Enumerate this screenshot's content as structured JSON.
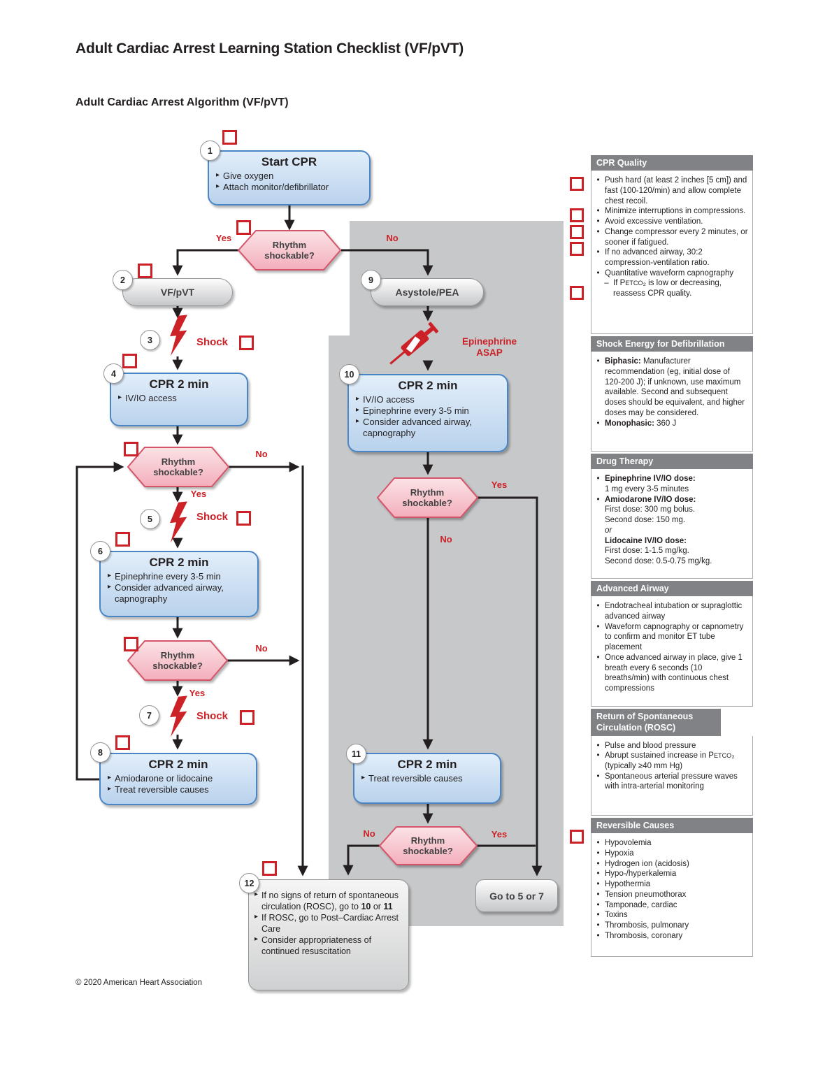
{
  "page": {
    "title": "Adult Cardiac Arrest Learning Station Checklist (VF/pVT)",
    "subtitle": "Adult Cardiac Arrest Algorithm (VF/pVT)",
    "footer": "© 2020 American Heart Association"
  },
  "colors": {
    "aha_red": "#cc2127",
    "blue_box_border": "#4a86c5",
    "pink_hex_border": "#d4556a",
    "gray_panel": "#c7c8ca",
    "section_header_gray": "#808285"
  },
  "icons": {
    "shock": "lightning-bolt",
    "epinephrine": "syringe"
  },
  "flowchart": {
    "labels": {
      "yes": "Yes",
      "no": "No",
      "shock": "Shock",
      "rhythm": "Rhythm shockable?",
      "epinephrine": "Epinephrine ASAP"
    },
    "boxes": {
      "b1": {
        "num": "1",
        "title": "Start CPR",
        "bullets": [
          "Give oxygen",
          "Attach monitor/defibrillator"
        ]
      },
      "b2": {
        "num": "2",
        "label": "VF/pVT"
      },
      "b3": {
        "num": "3"
      },
      "b4": {
        "num": "4",
        "title": "CPR 2 min",
        "bullets": [
          "IV/IO access"
        ]
      },
      "b5": {
        "num": "5"
      },
      "b6": {
        "num": "6",
        "title": "CPR 2 min",
        "bullets": [
          "Epinephrine every 3-5 min",
          "Consider advanced airway, capnography"
        ]
      },
      "b7": {
        "num": "7"
      },
      "b8": {
        "num": "8",
        "title": "CPR 2 min",
        "bullets": [
          "Amiodarone or lidocaine",
          "Treat reversible causes"
        ]
      },
      "b9": {
        "num": "9",
        "label": "Asystole/PEA"
      },
      "b10": {
        "num": "10",
        "title": "CPR 2 min",
        "bullets": [
          "IV/IO access",
          "Epinephrine every 3-5 min",
          "Consider advanced airway, capnography"
        ]
      },
      "b11": {
        "num": "11",
        "title": "CPR 2 min",
        "bullets": [
          "Treat reversible causes"
        ]
      },
      "b12": {
        "num": "12",
        "bullets": [
          [
            {
              "t": "If no signs of return of spontaneous circulation (ROSC), go to "
            },
            {
              "t": "10",
              "b": true
            },
            {
              "t": " or "
            },
            {
              "t": "11",
              "b": true
            }
          ],
          "If ROSC, go to Post–Cardiac Arrest Care",
          "Consider appropriateness of continued resuscitation"
        ]
      },
      "goto": {
        "label": "Go to 5 or 7"
      }
    }
  },
  "sidebar": {
    "sections": [
      {
        "title": "CPR Quality",
        "items": [
          "Push hard (at least 2 inches [5 cm]) and fast (100-120/min) and allow complete chest recoil.",
          "Minimize interruptions in compressions.",
          "Avoid excessive ventilation.",
          "Change compressor every 2 minutes, or sooner if fatigued.",
          "If no advanced airway, 30:2 compression-ventilation ratio.",
          "Quantitative waveform capnography",
          {
            "dash": true,
            "seg": [
              {
                "t": "If P"
              },
              {
                "t": "ETCO",
                "sm": true
              },
              {
                "t": "₂ is low or decreasing, reassess CPR quality."
              }
            ]
          }
        ]
      },
      {
        "title": "Shock Energy for Defibrillation",
        "items": [
          [
            {
              "t": "Biphasic:",
              "b": true
            },
            {
              "t": " Manufacturer recommendation (eg, initial dose of 120-200 J); if unknown, use maximum available. Second and subsequent doses should be equivalent, and higher doses may be considered."
            }
          ],
          [
            {
              "t": "Monophasic:",
              "b": true
            },
            {
              "t": " 360 J"
            }
          ]
        ]
      },
      {
        "title": "Drug Therapy",
        "items": [
          [
            {
              "t": "Epinephrine IV/IO dose:",
              "b": true
            },
            {
              "t": "1 mg every 3-5 minutes",
              "nl": true
            }
          ],
          [
            {
              "t": "Amiodarone IV/IO dose:",
              "b": true
            },
            {
              "t": "First dose: 300 mg bolus.",
              "nl": true
            },
            {
              "t": "Second dose: 150 mg.",
              "nl": true
            },
            {
              "t": "or",
              "i": true,
              "nl": true
            },
            {
              "t": "Lidocaine IV/IO dose:",
              "b": true,
              "nl": true
            },
            {
              "t": "First dose: 1-1.5 mg/kg.",
              "nl": true
            },
            {
              "t": "Second dose: 0.5-0.75 mg/kg.",
              "nl": true
            }
          ]
        ]
      },
      {
        "title": "Advanced Airway",
        "items": [
          "Endotracheal intubation or supraglottic advanced airway",
          "Waveform capnography or capnometry to confirm and monitor ET tube placement",
          "Once advanced airway in place, give 1 breath every 6 seconds (10 breaths/min) with continuous chest compressions"
        ]
      },
      {
        "title": "Return of Spontaneous Circulation (ROSC)",
        "items": [
          "Pulse and blood pressure",
          [
            {
              "t": "Abrupt sustained increase in P"
            },
            {
              "t": "ETCO",
              "sm": true
            },
            {
              "t": "₂ (typically ≥40 mm Hg)"
            }
          ],
          "Spontaneous arterial pressure waves with intra-arterial monitoring"
        ]
      },
      {
        "title": "Reversible Causes",
        "items": [
          "Hypovolemia",
          "Hypoxia",
          "Hydrogen ion (acidosis)",
          "Hypo-/hyperkalemia",
          "Hypothermia",
          "Tension pneumothorax",
          "Tamponade, cardiac",
          "Toxins",
          "Thrombosis, pulmonary",
          "Thrombosis, coronary"
        ]
      }
    ]
  }
}
